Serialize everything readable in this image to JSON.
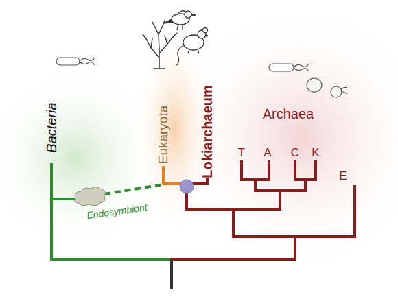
{
  "diagram": {
    "labels": [
      "Bacteria",
      "Eukaryota",
      "Lokiarchaeum",
      "Archaea",
      "T",
      "A",
      "C",
      "K",
      "E",
      "Endosymbiont"
    ]
  }
}
